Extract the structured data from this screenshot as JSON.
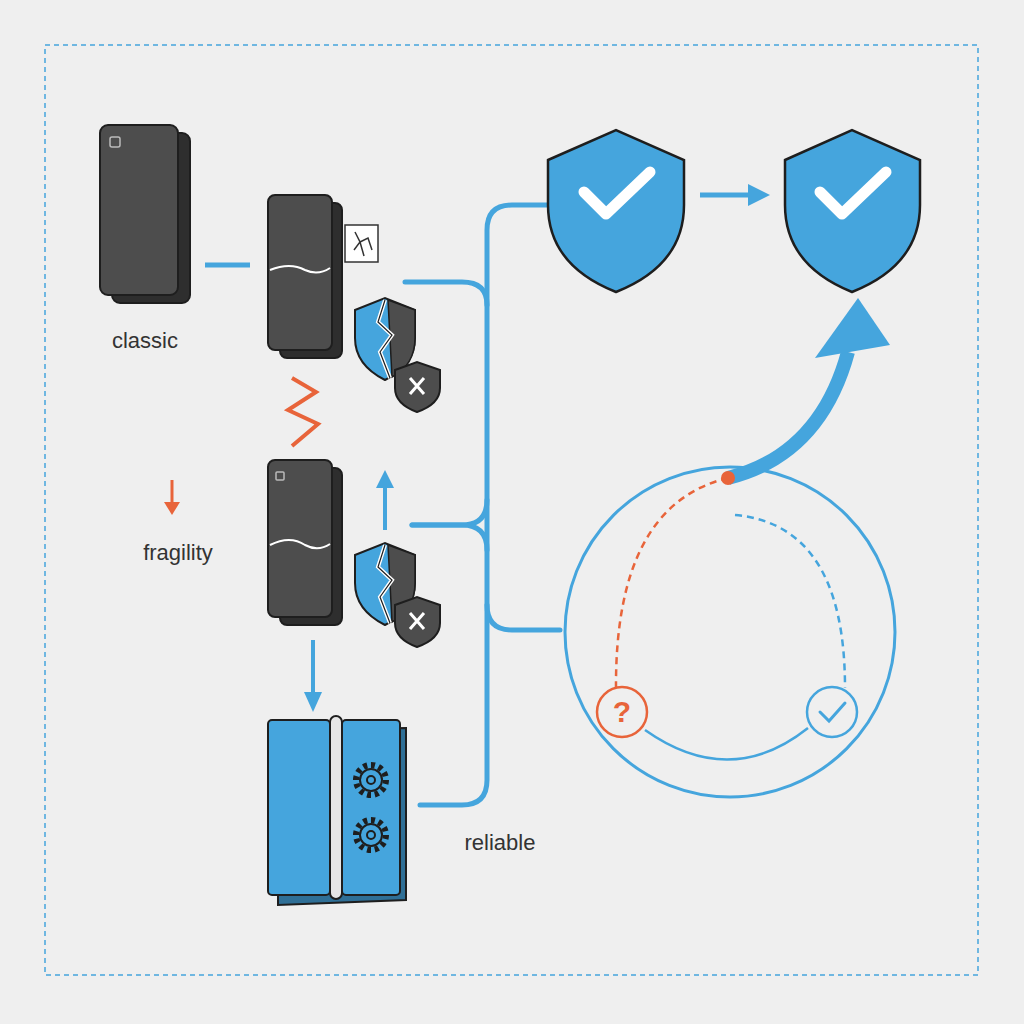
{
  "diagram": {
    "nodes": [
      {
        "text": [
          "classic"
        ]
      },
      {
        "text": [
          "reliable"
        ]
      }
    ],
    "labels": [
      "fragility",
      "?"
    ]
  }
}
